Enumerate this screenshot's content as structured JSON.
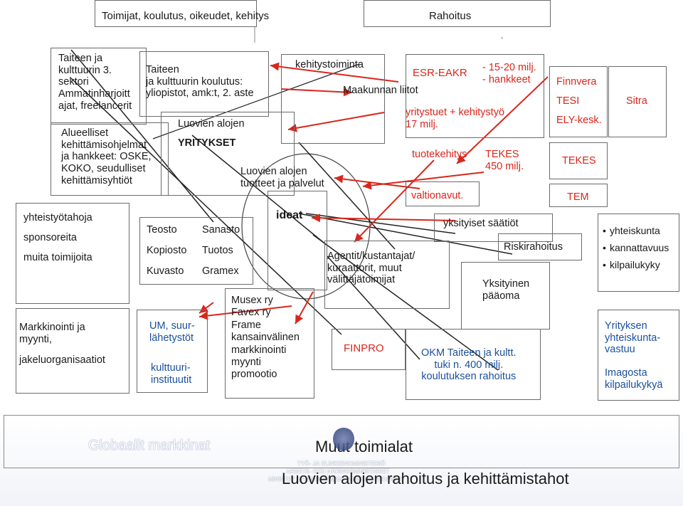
{
  "top": {
    "left_title": "Toimijat, koulutus, oikeudet, kehitys",
    "right_title": "Rahoitus",
    "dot": "."
  },
  "left_boxes": {
    "sector3": "Taiteen ja\nkulttuurin 3.\nsektori\nAmmatinharjoitt\najat, freelancerit",
    "regional": "Alueelliset\nkehittämisohjelmat\nja hankkeet: OSKE,\nKOKO, seudulliset\nkehittämisyhtiöt",
    "partners": [
      "yhteistyötahoja",
      "sponsoreita",
      "muita toimijoita"
    ],
    "marketing": [
      "Markkinointi ja\nmyynti,",
      "jakeluorganisaatiot"
    ]
  },
  "education": {
    "text": "Taiteen\nja kulttuurin koulutus:\nyliopistot, amk:t, 2. aste"
  },
  "creative": {
    "heading": "Luovien alojen",
    "companies": "YRITYKSET",
    "products": "Luovien alojen\ntuotteet ja palvelut",
    "development": "kehitystoiminta",
    "ideas": "ideat"
  },
  "rights": {
    "col1": [
      "Teosto",
      "Kopiosto",
      "Kuvasto"
    ],
    "col2": [
      "Sanasto",
      "Tuotos",
      "Gramex"
    ]
  },
  "broadcast": {
    "um": "UM, suur-\nlähetystöt",
    "institutes": "kulttuuri-\ninstituutit"
  },
  "export": {
    "text": "Musex ry\nFavex ry\nFrame\nkansainvälinen\nmarkkinointi\nmyynti\npromootio"
  },
  "agents": {
    "text": "Agentit/kustantajat/\nkuraattorit, muut\nvälittäjätoimijat"
  },
  "finpro": "FINPRO",
  "funding": {
    "esr": "ESR-EAKR",
    "esr_amount": "- 15-20 milj.\n- hankkeet",
    "maakunnan": "Maakunnan liitot",
    "yritystuet": "yritystuet + kehitystyö\n17 milj.",
    "tuotekehitys": "tuotekehitys",
    "tekes_amount": "TEKES\n450 milj.",
    "valtionavut": "valtionavut.",
    "finnvera": "Finnvera",
    "tesi": "TESI",
    "ely": "ELY-kesk.",
    "sitra": "Sitra",
    "tekes": "TEKES",
    "tem": "TEM",
    "foundations": "yksityiset säätiöt",
    "risk": "Riskirahoitus",
    "private": "Yksityinen\npääoma",
    "okm": "OKM Taiteen ja kultt.\ntuki n. 400 milj.\nkoulutuksen rahoitus"
  },
  "goals": {
    "bullets": [
      "yhteiskunta",
      "kannattavuus",
      "kilpailukyky"
    ],
    "csr": "Yrityksen\nyhteiskunta-\nvastuu",
    "imago": "Imagosta\nkilpailukykyä"
  },
  "footer": {
    "global": "Globaalit markkinat",
    "other": "Muut toimialat",
    "title": "Luovien alojen rahoitus ja kehittämistahot",
    "ministry_lines": [
      "TYÖ- JA ELINKEINOMINISTERIÖ",
      "ARBETS- OCH NÄRINGSMINISTERIET",
      "MINISTRY OF EMPLOYMENT AND THE ECONOMY"
    ]
  },
  "colors": {
    "red": "#d9261c",
    "blue": "#1a4f9c",
    "border": "#6b6b6b",
    "line": "#222222"
  }
}
